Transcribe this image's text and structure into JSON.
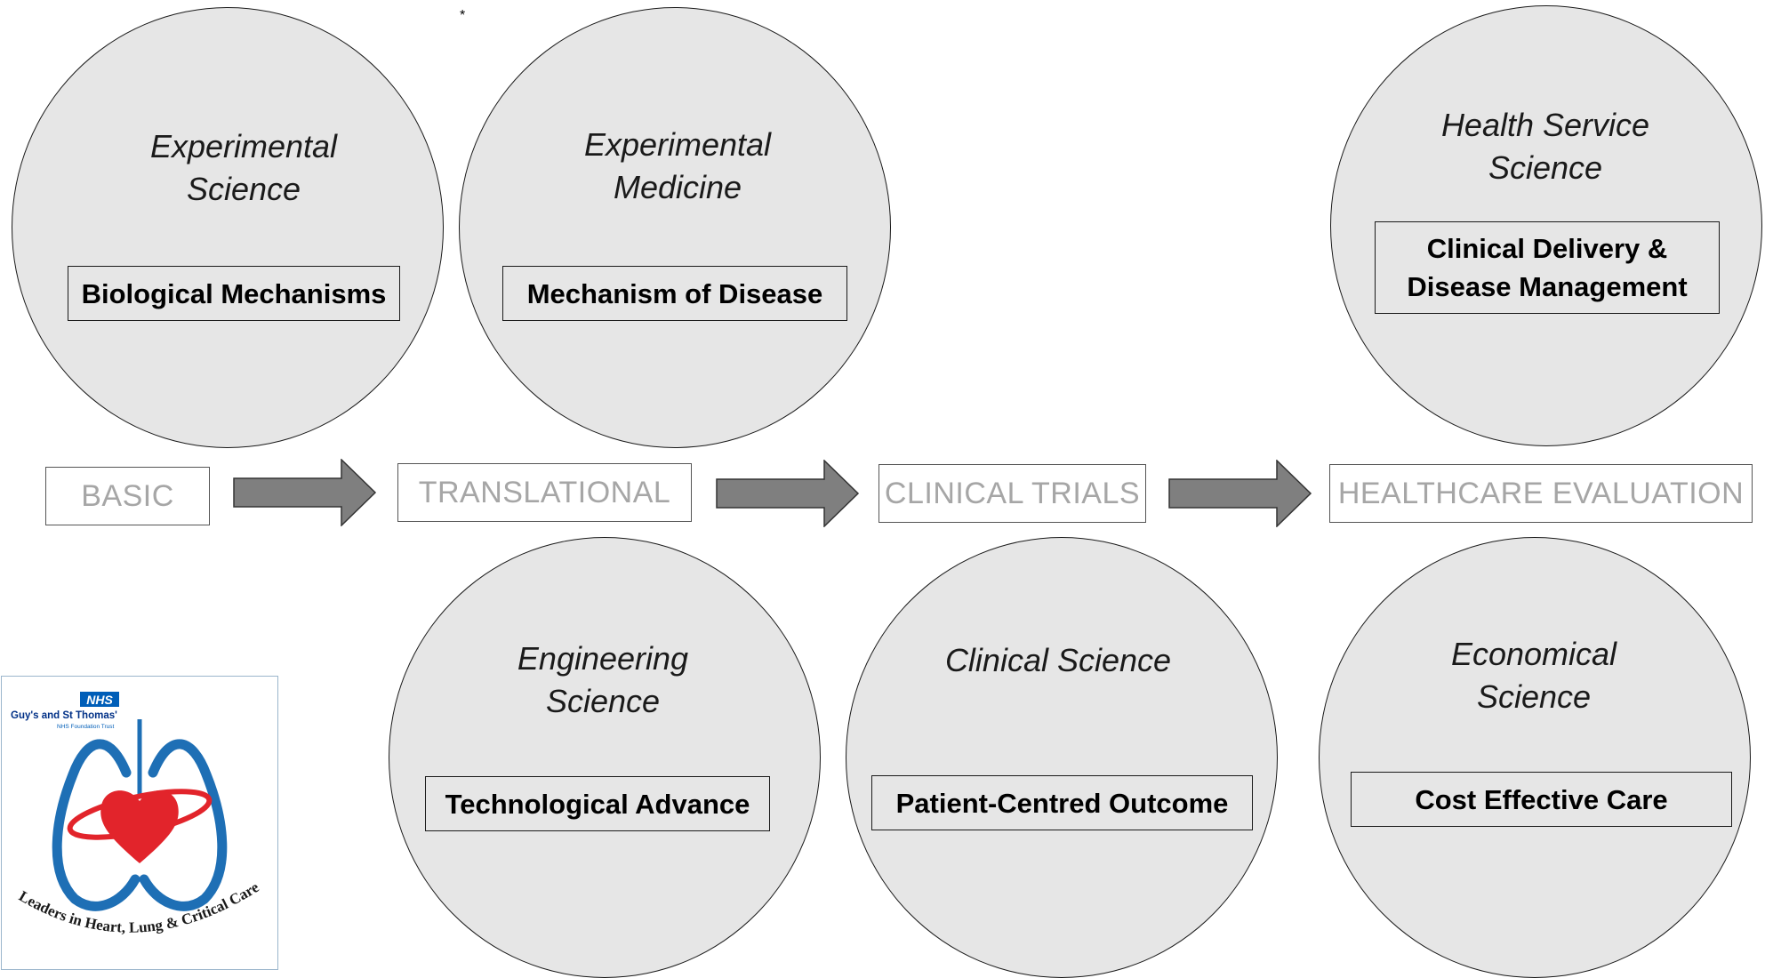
{
  "stages": [
    "BASIC",
    "TRANSLATIONAL",
    "CLINICAL TRIALS",
    "HEALTHCARE EVALUATION"
  ],
  "circles": [
    {
      "title": "Experimental Science",
      "box": "Biological Mechanisms"
    },
    {
      "title": "Experimental Medicine",
      "box": "Mechanism of Disease"
    },
    {
      "title": "Health Service Science",
      "box": "Clinical Delivery & Disease Management"
    },
    {
      "title": "Engineering Science",
      "box": "Technological Advance"
    },
    {
      "title": "Clinical Science",
      "box": "Patient-Centred Outcome"
    },
    {
      "title": "Economical Science",
      "box": "Cost Effective Care"
    }
  ],
  "logo": {
    "badge": "NHS",
    "trust": "Guy's and St Thomas'",
    "foundation": "NHS Foundation Trust",
    "tagline": "Leaders in Heart, Lung & Critical Care"
  },
  "colors": {
    "circle_fill": "#e6e6e6",
    "arrow_fill": "#7f7f7f",
    "stage_text": "#a6a6a6",
    "logo_blue": "#1e6fb5",
    "heart_red": "#e2242b",
    "nhs_blue": "#005eb8"
  }
}
